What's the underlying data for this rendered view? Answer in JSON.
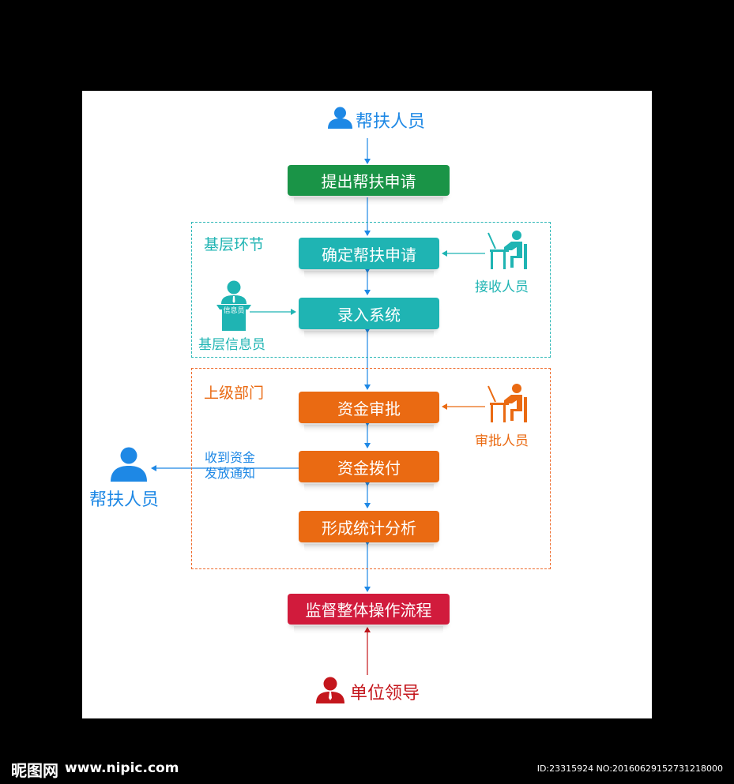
{
  "colors": {
    "blue": "#1e88e5",
    "green": "#1a9447",
    "teal": "#1fb4b3",
    "orange": "#ea6a12",
    "red": "#d11b3c",
    "darkred": "#c4161c"
  },
  "people": {
    "top": "帮扶人员",
    "left": "帮扶人员",
    "bottom": "单位领导",
    "receiver": "接收人员",
    "approver": "审批人员",
    "info_clerk": "基层信息员",
    "info_desk_text": "信息员"
  },
  "zones": {
    "grassroots": "基层环节",
    "superior": "上级部门"
  },
  "steps": {
    "submit": "提出帮扶申请",
    "confirm": "确定帮扶申请",
    "entry": "录入系统",
    "approve": "资金审批",
    "disburse": "资金拨付",
    "analysis": "形成统计分析",
    "supervise": "监督整体操作流程"
  },
  "notice": {
    "line1": "收到资金",
    "line2": "发放通知"
  },
  "footer": {
    "logo": "昵图网",
    "site": "www.nipic.com",
    "id": "ID:23315924 NO:20160629152731218000"
  }
}
